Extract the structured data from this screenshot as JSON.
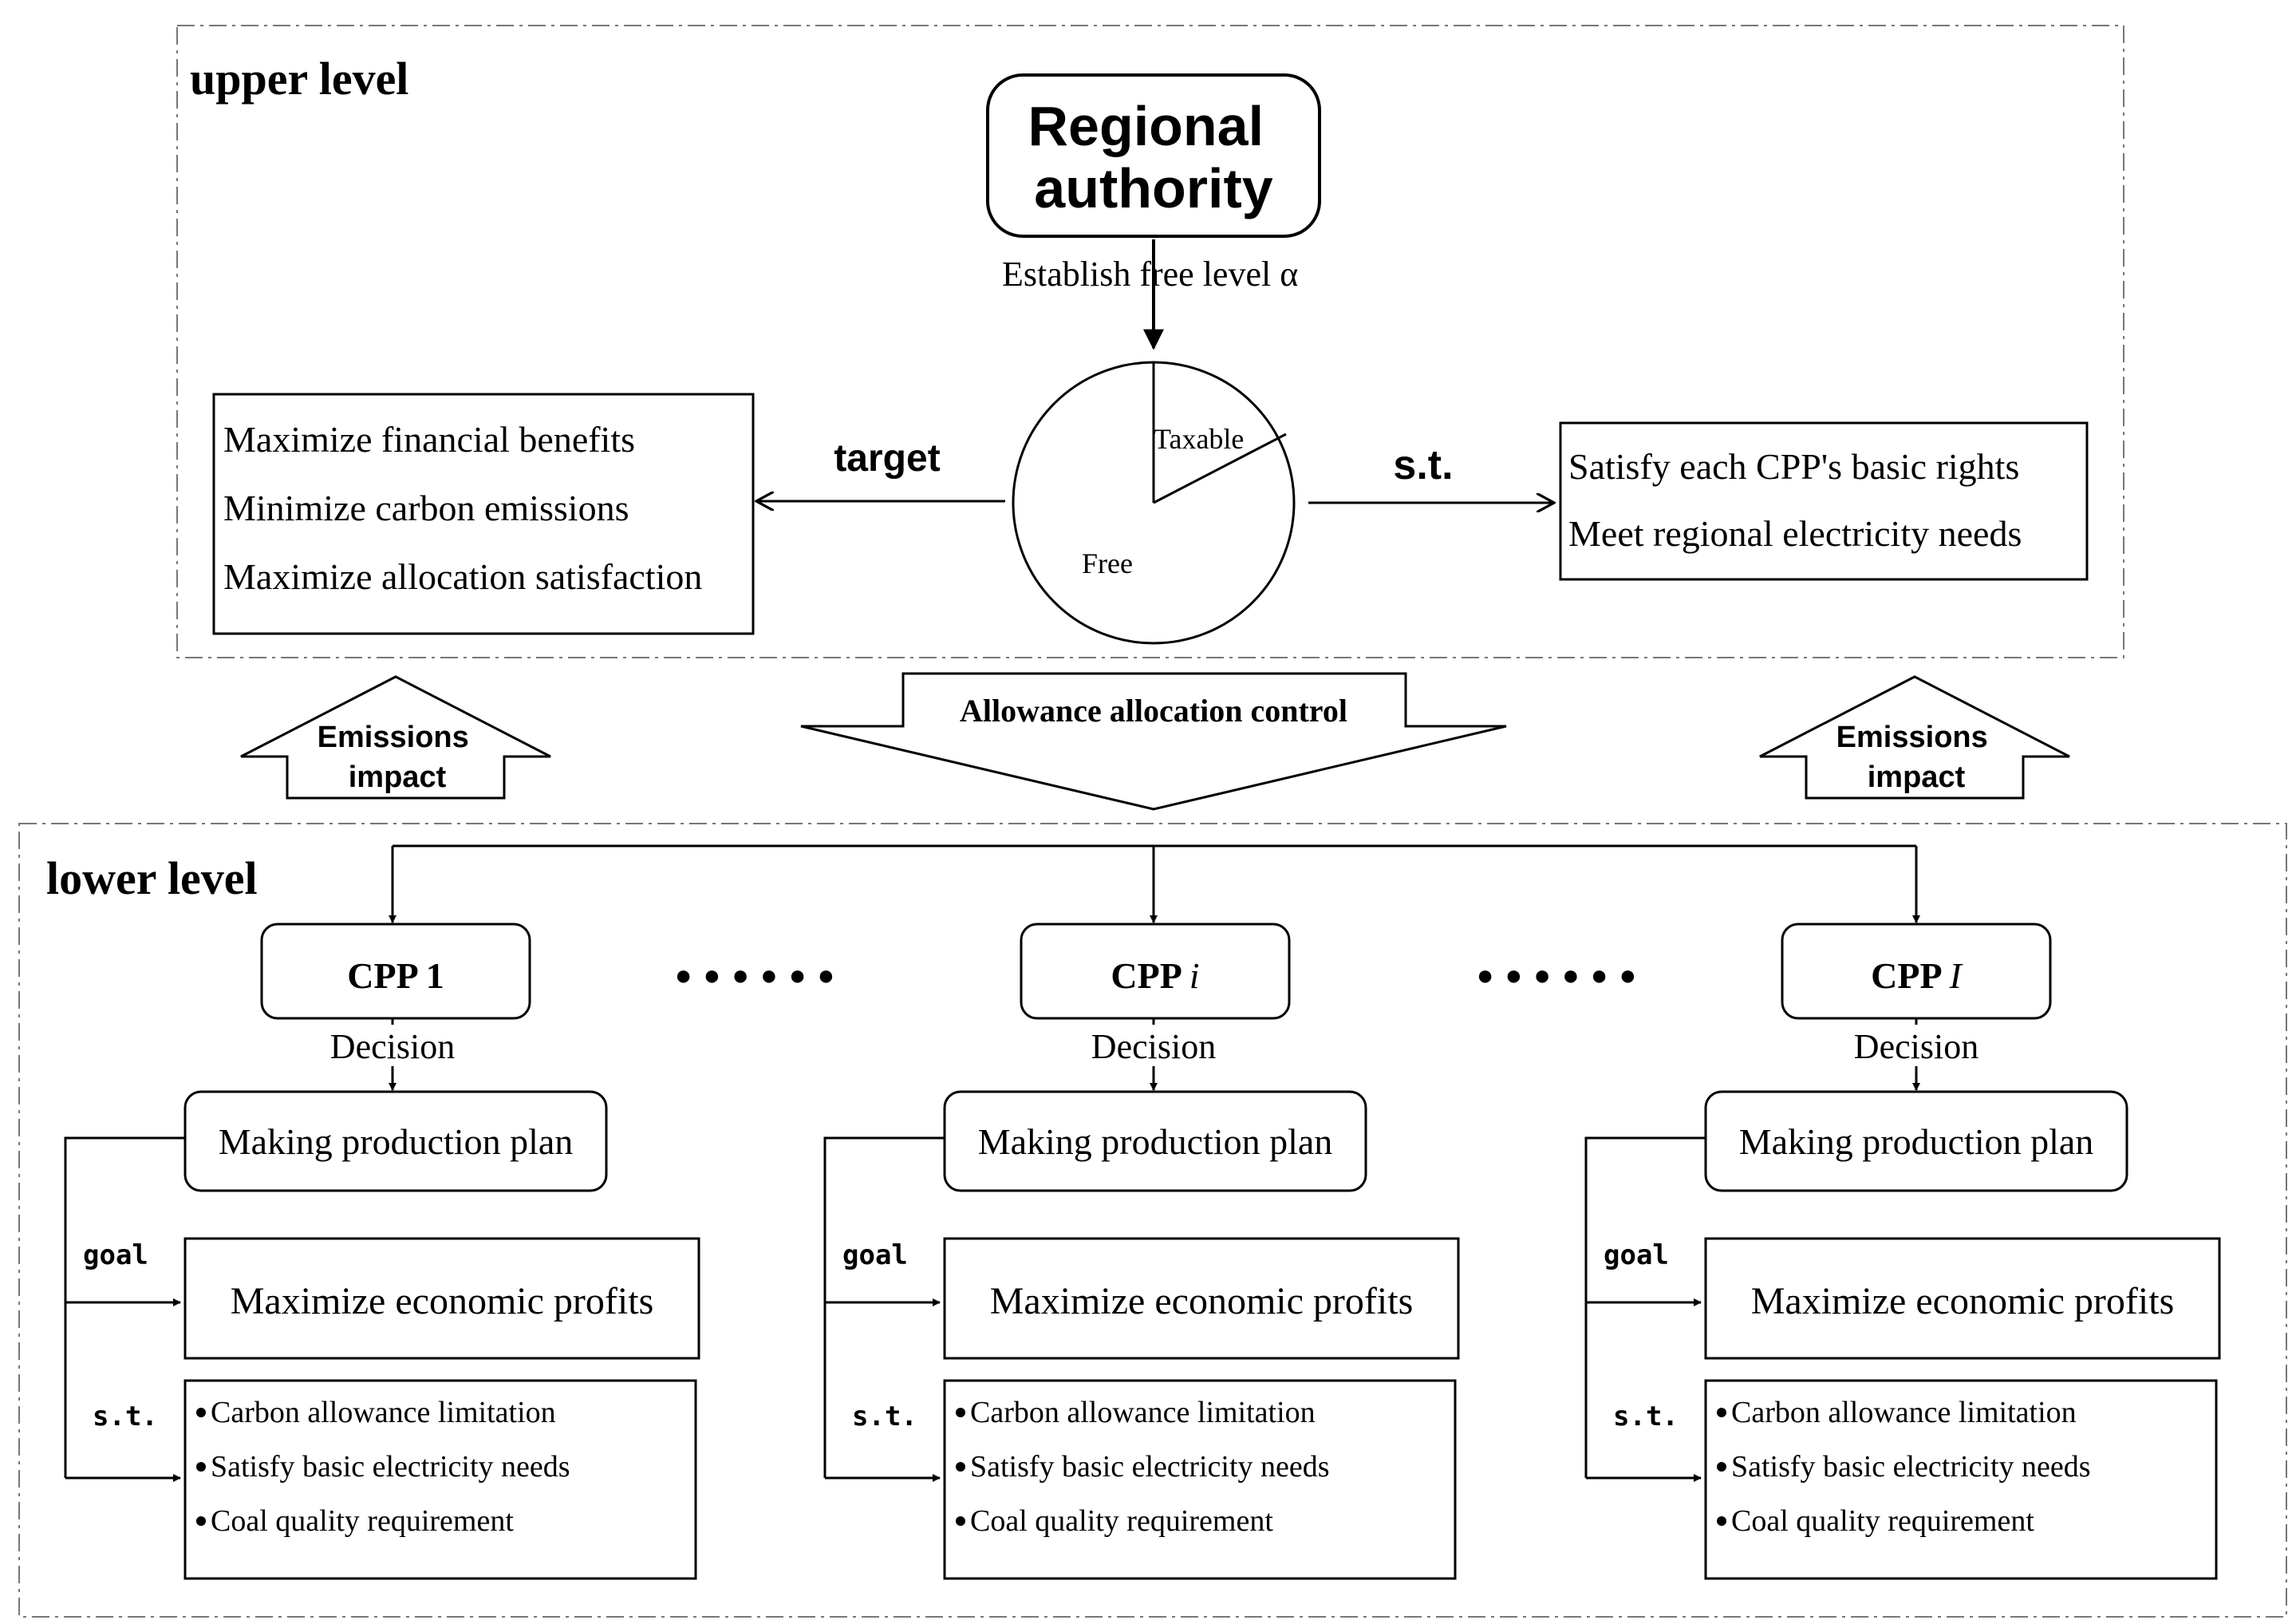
{
  "upper": {
    "label": "upper level",
    "authority": {
      "line1": "Regional",
      "line2": "authority"
    },
    "establish": "Establish free level α",
    "pie": {
      "taxable": "Taxable",
      "free": "Free"
    },
    "target_label": "target",
    "st_label": "s.t.",
    "targets": [
      "Maximize financial benefits",
      "Minimize carbon emissions",
      "Maximize allocation satisfaction"
    ],
    "constraints": [
      "Satisfy each CPP's basic rights",
      "Meet regional electricity needs"
    ]
  },
  "middle": {
    "emissions_left": {
      "line1": "Emissions",
      "line2": "impact"
    },
    "allocation": "Allowance allocation control",
    "emissions_right": {
      "line1": "Emissions",
      "line2": "impact"
    }
  },
  "lower": {
    "label": "lower level",
    "dots": "● ● ● ● ● ●",
    "cpps": [
      {
        "name": "CPP",
        "index": "1",
        "decision": "Decision",
        "plan": "Making production plan",
        "goal_label": "goal",
        "goal": "Maximize economic profits",
        "st_label": "s.t.",
        "constraints": [
          "Carbon allowance limitation",
          "Satisfy basic electricity needs",
          "Coal quality requirement"
        ]
      },
      {
        "name": "CPP",
        "index": "i",
        "decision": "Decision",
        "plan": "Making production plan",
        "goal_label": "goal",
        "goal": "Maximize economic profits",
        "st_label": "s.t.",
        "constraints": [
          "Carbon allowance limitation",
          "Satisfy basic electricity needs",
          "Coal quality requirement"
        ]
      },
      {
        "name": "CPP",
        "index": "I",
        "decision": "Decision",
        "plan": "Making production plan",
        "goal_label": "goal",
        "goal": "Maximize economic profits",
        "st_label": "s.t.",
        "constraints": [
          "Carbon allowance limitation",
          "Satisfy basic electricity needs",
          "Coal quality requirement"
        ]
      }
    ]
  }
}
